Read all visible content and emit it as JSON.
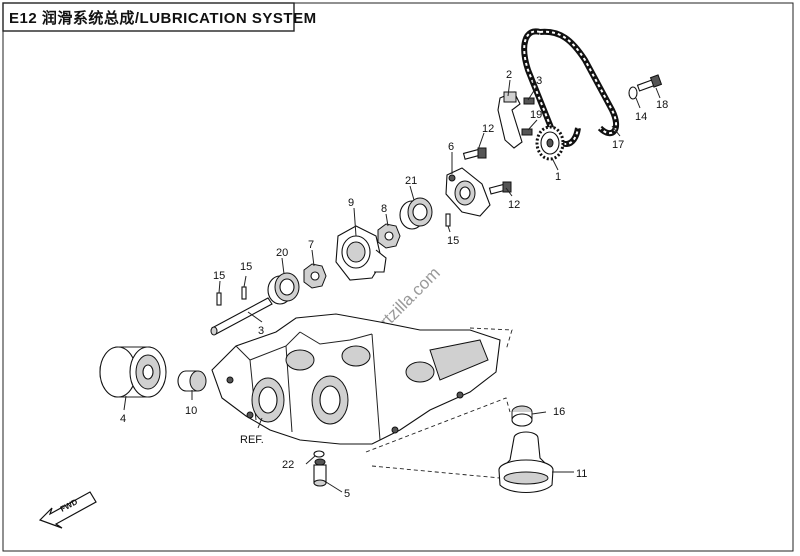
{
  "title": "E12 润滑系统总成/LUBRICATION SYSTEM",
  "watermark": "@Partzilla.com",
  "fwd_label": "FWD",
  "callouts": [
    {
      "label": "2"
    },
    {
      "label": "13"
    },
    {
      "label": "19"
    },
    {
      "label": "12"
    },
    {
      "label": "6"
    },
    {
      "label": "12"
    },
    {
      "label": "21"
    },
    {
      "label": "8"
    },
    {
      "label": "9"
    },
    {
      "label": "15"
    },
    {
      "label": "7"
    },
    {
      "label": "20"
    },
    {
      "label": "15"
    },
    {
      "label": "15"
    },
    {
      "label": "3"
    },
    {
      "label": "4"
    },
    {
      "label": "10"
    },
    {
      "label": "REF."
    },
    {
      "label": "22"
    },
    {
      "label": "5"
    },
    {
      "label": "16"
    },
    {
      "label": "11"
    },
    {
      "label": "17"
    },
    {
      "label": "14"
    },
    {
      "label": "18"
    },
    {
      "label": "1"
    }
  ]
}
